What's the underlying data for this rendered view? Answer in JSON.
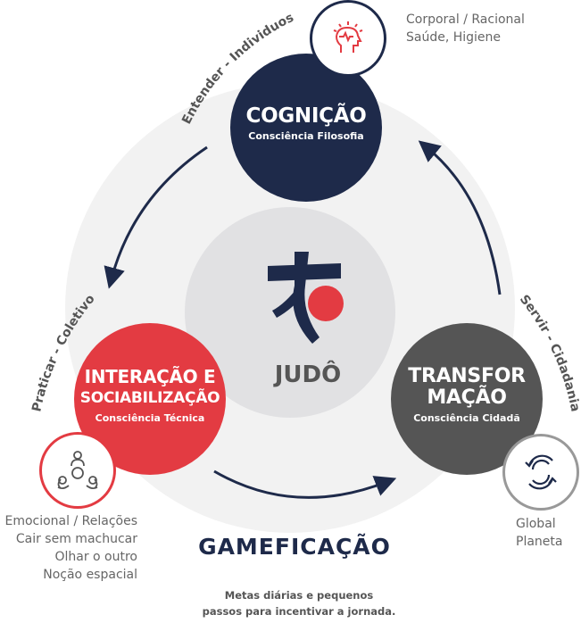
{
  "center": {
    "label": "JUDÔ"
  },
  "nodes": {
    "cognicao": {
      "title": "COGNIÇÃO",
      "subtitle": "Consciência Filosofia",
      "notes": [
        "Corporal / Racional",
        "Saúde, Higiene"
      ],
      "icon": "head-brain-icon",
      "color": "#1e2a4a"
    },
    "interacao": {
      "title_line1": "INTERAÇÃO E",
      "title_line2": "SOCIABILIZAÇÃO",
      "subtitle": "Consciência Técnica",
      "notes": [
        "Emocional / Relações",
        "Cair sem machucar",
        "Olhar o outro",
        "Noção espacial"
      ],
      "icon": "group-people-icon",
      "color": "#e33b42"
    },
    "transformacao": {
      "title_line1": "TRANSFOR",
      "title_line2": "MAÇÃO",
      "subtitle": "Consciência Cidadã",
      "notes": [
        "Global",
        "Planeta"
      ],
      "icon": "cycle-arrows-icon",
      "color": "#555555"
    }
  },
  "arc_labels": {
    "top_left": "Entender - Individuos",
    "left": "Praticar - Coletivo",
    "right": "Servir - Cidadania"
  },
  "footer": {
    "title": "GAMEFICAÇÃO",
    "line1": "Metas diárias e pequenos",
    "line2": "passos para incentivar a jornada."
  }
}
